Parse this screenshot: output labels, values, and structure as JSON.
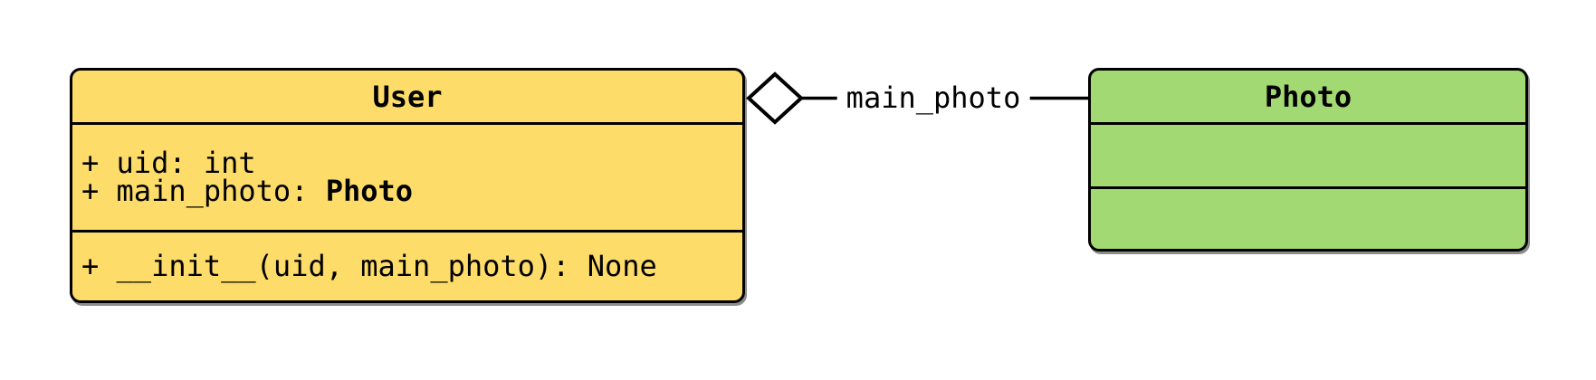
{
  "diagram": {
    "type": "uml-class-diagram",
    "background": "#ffffff",
    "stroke_color": "#000000",
    "classes": {
      "user": {
        "title": "User",
        "fill": "#FDDC69",
        "attributes": [
          {
            "prefix": "+ uid: ",
            "type": "int",
            "type_is_class_ref": false
          },
          {
            "prefix": "+ main_photo: ",
            "type": "Photo",
            "type_is_class_ref": true
          }
        ],
        "methods": [
          {
            "signature": "+ __init__(uid, main_photo): None"
          }
        ]
      },
      "photo": {
        "title": "Photo",
        "fill": "#A2D973",
        "attributes": [],
        "methods": []
      }
    },
    "relation": {
      "kind": "aggregation",
      "diamond_fill": "#ffffff",
      "label": "main_photo",
      "from": "User",
      "to": "Photo"
    }
  }
}
